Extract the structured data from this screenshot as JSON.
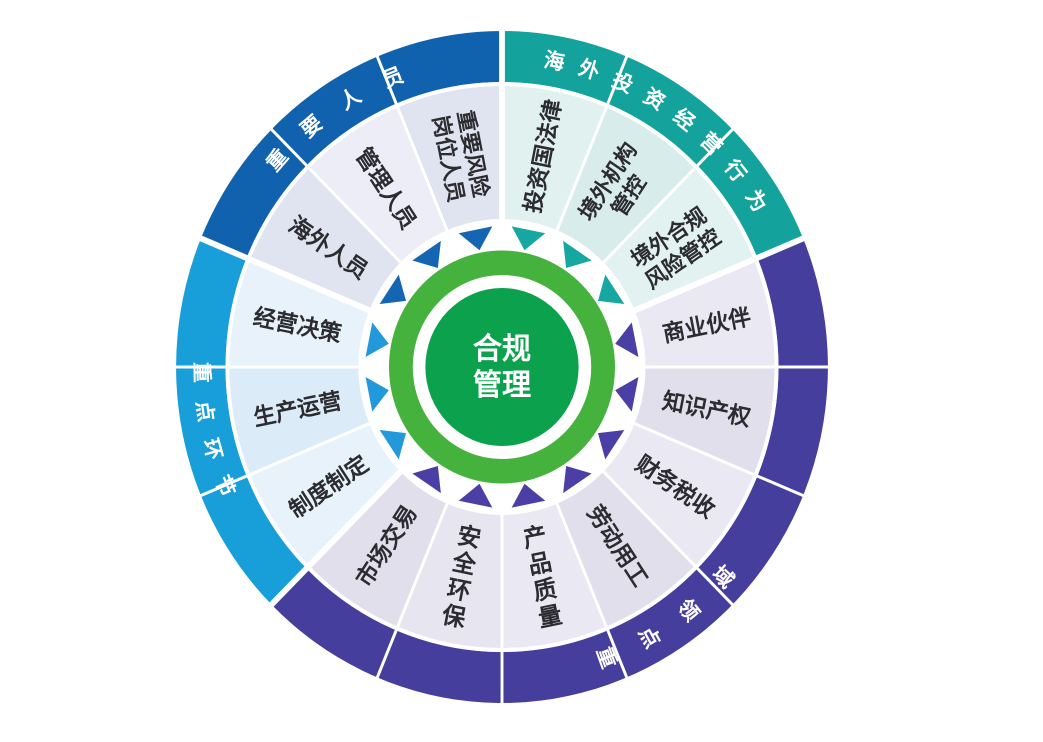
{
  "diagram": {
    "type": "compliance-management-wheel",
    "center": {
      "title": "合规管理",
      "title_lines": [
        "合规",
        "管理"
      ],
      "core_color": "#0ba14d",
      "ring_color": "#45b23e",
      "text_color": "#ffffff"
    },
    "quadrants": [
      {
        "name": "海外投资经营行为",
        "band_color": "#14a39c",
        "triangle_color": "#16a7a1",
        "segments": [
          {
            "lines": [
              "投资国法律"
            ],
            "fill": "#e0f1f0"
          },
          {
            "lines": [
              "境外机构",
              "管控"
            ],
            "fill": "#d8edeb"
          },
          {
            "lines": [
              "境外合规",
              "风险管控"
            ],
            "fill": "#e2f2f0"
          }
        ]
      },
      {
        "name": "重点领域",
        "band_color": "#463e9c",
        "triangle_color": "#4b3fa6",
        "segments": [
          {
            "lines": [
              "商业伙伴"
            ],
            "fill": "#eae9f3"
          },
          {
            "lines": [
              "知识产权"
            ],
            "fill": "#e1dfeb"
          },
          {
            "lines": [
              "财务税收"
            ],
            "fill": "#eae9f3"
          },
          {
            "lines": [
              "劳动用工"
            ],
            "fill": "#e1dfeb"
          },
          {
            "lines": [
              "产品质量"
            ],
            "fill": "#eae9f3"
          },
          {
            "lines": [
              "安全环保"
            ],
            "fill": "#e6e5f0"
          },
          {
            "lines": [
              "市场交易"
            ],
            "fill": "#e1dfeb"
          }
        ]
      },
      {
        "name": "重点环节",
        "band_color": "#189fd9",
        "triangle_color": "#2199da",
        "segments": [
          {
            "lines": [
              "制度制定"
            ],
            "fill": "#e8f2fb"
          },
          {
            "lines": [
              "生产运营"
            ],
            "fill": "#dbecf8"
          },
          {
            "lines": [
              "经营决策"
            ],
            "fill": "#e8f2fb"
          }
        ]
      },
      {
        "name": "重要人员",
        "band_color": "#1062ae",
        "triangle_color": "#1566b2",
        "segments": [
          {
            "lines": [
              "海外人员"
            ],
            "fill": "#e0e3f0"
          },
          {
            "lines": [
              "管理人员"
            ],
            "fill": "#ecedf6"
          },
          {
            "lines": [
              "重要风险",
              "岗位人员"
            ],
            "fill": "#e0e3f0"
          }
        ]
      }
    ],
    "colors": {
      "background": "#ffffff",
      "divider": "#ffffff",
      "segment_text": "#2b2b30",
      "band_text": "#ffffff"
    }
  }
}
